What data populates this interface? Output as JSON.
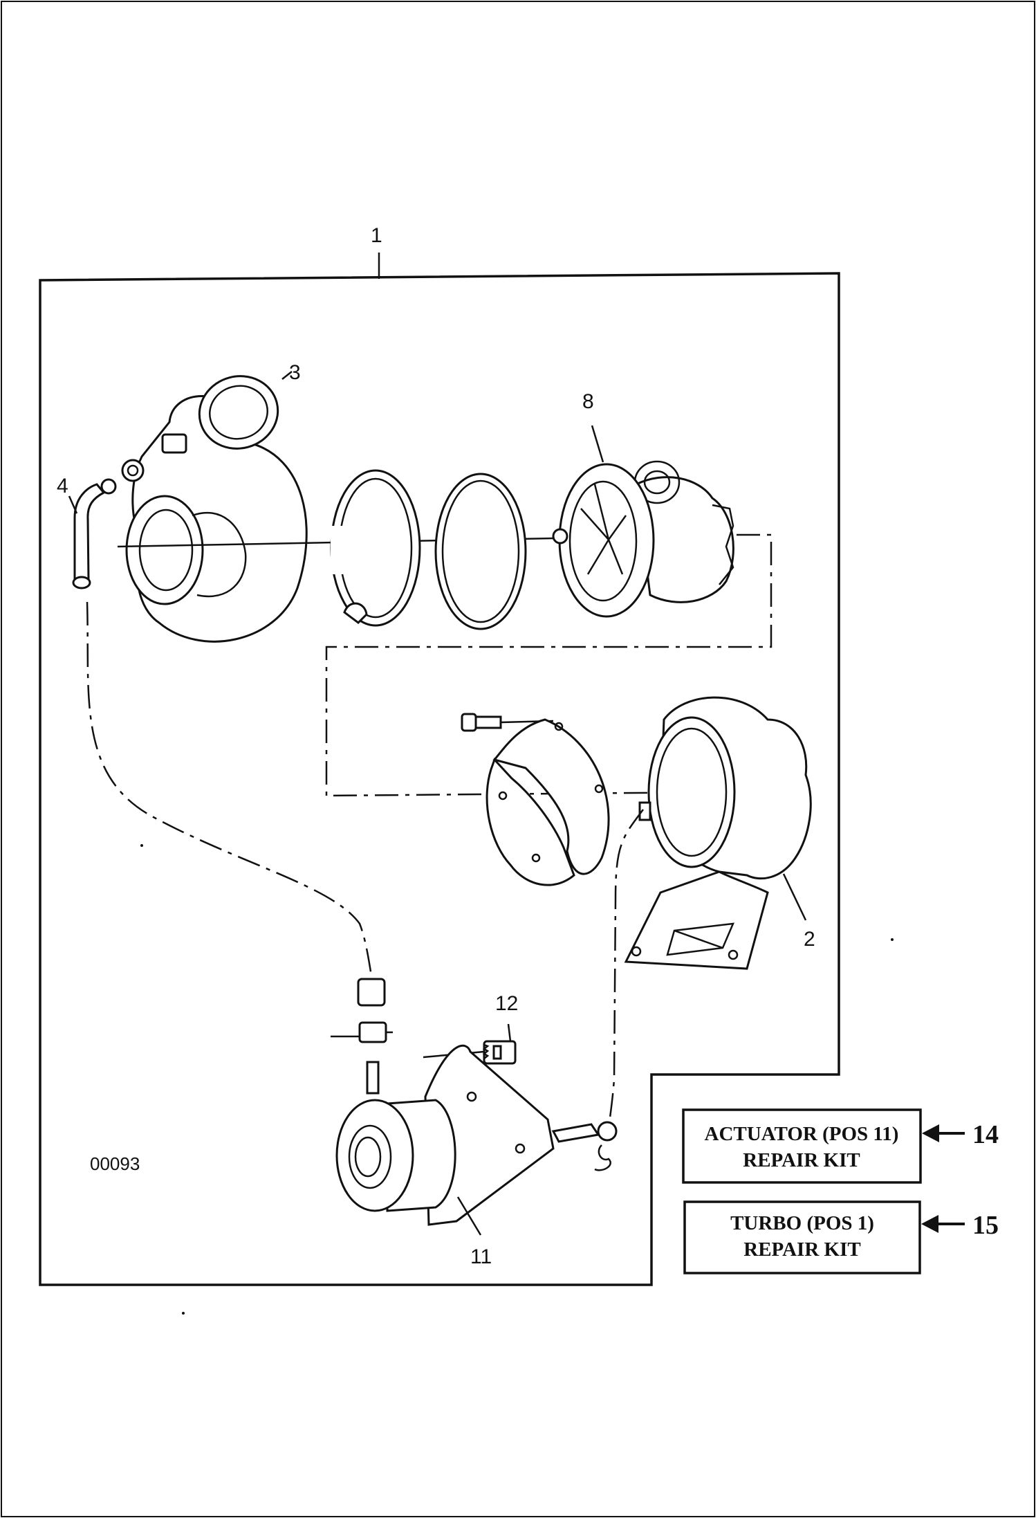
{
  "drawing_code": "00093",
  "callouts": {
    "turbo_assembly": "1",
    "turbine_housing": "2",
    "compressor_housing": "3",
    "hose": "4",
    "cartridge": "8",
    "actuator": "11",
    "screw": "12"
  },
  "kits": [
    {
      "line1": "ACTUATOR (POS 11)",
      "line2": "REPAIR  KIT",
      "number": "14"
    },
    {
      "line1": "TURBO (POS 1)",
      "line2": "REPAIR  KIT",
      "number": "15"
    }
  ]
}
